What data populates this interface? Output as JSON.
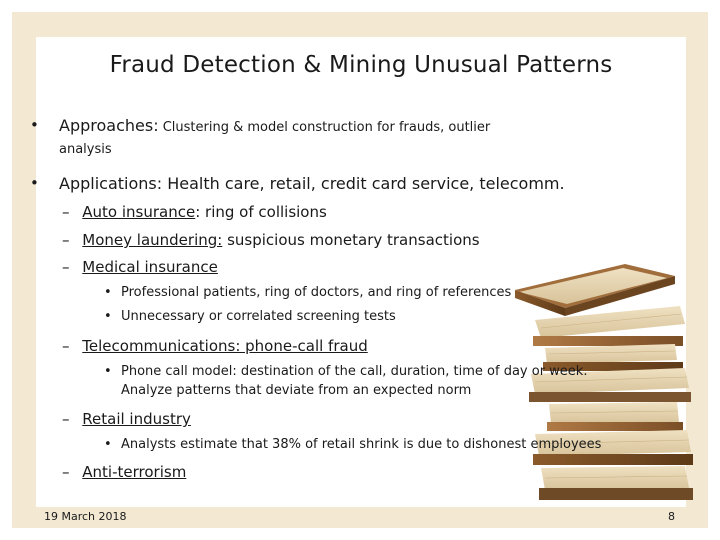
{
  "title": "Fraud Detection & Mining Unusual Patterns",
  "bullets": [
    {
      "lead": "Approaches:",
      "rest_line1": " Clustering & model construction for frauds, outlier",
      "rest_line2": "analysis"
    },
    {
      "text": "Applications: Health care, retail, credit card service, telecomm."
    }
  ],
  "sub_items": [
    {
      "dash": "–",
      "label": "Auto insurance",
      "tail": ": ring of collisions"
    },
    {
      "dash": "–",
      "label": "Money laundering:",
      "tail": " suspicious monetary transactions"
    },
    {
      "dash": "–",
      "label": "Medical insurance",
      "tail": ""
    },
    {
      "dash": "–",
      "label": "Telecommunications: phone-call fraud",
      "tail": ""
    },
    {
      "dash": "–",
      "label": "Retail industry",
      "tail": ""
    },
    {
      "dash": "–",
      "label": "Anti-terrorism",
      "tail": ""
    }
  ],
  "details": {
    "medical": [
      "Professional patients, ring of doctors, and ring of references",
      "Unnecessary or correlated screening tests"
    ],
    "telecom": [
      "Phone call model: destination of the call, duration, time of day or week.",
      "Analyze patterns that deviate from an expected norm"
    ],
    "retail": [
      "Analysts estimate that 38% of retail shrink is due to dishonest employees"
    ]
  },
  "bullet_symbol": "•",
  "footer": {
    "date": "19 March 2018",
    "page": "8"
  },
  "colors": {
    "frame": "#f3e9d3",
    "panel": "#ffffff",
    "text": "#1a1a1a"
  }
}
